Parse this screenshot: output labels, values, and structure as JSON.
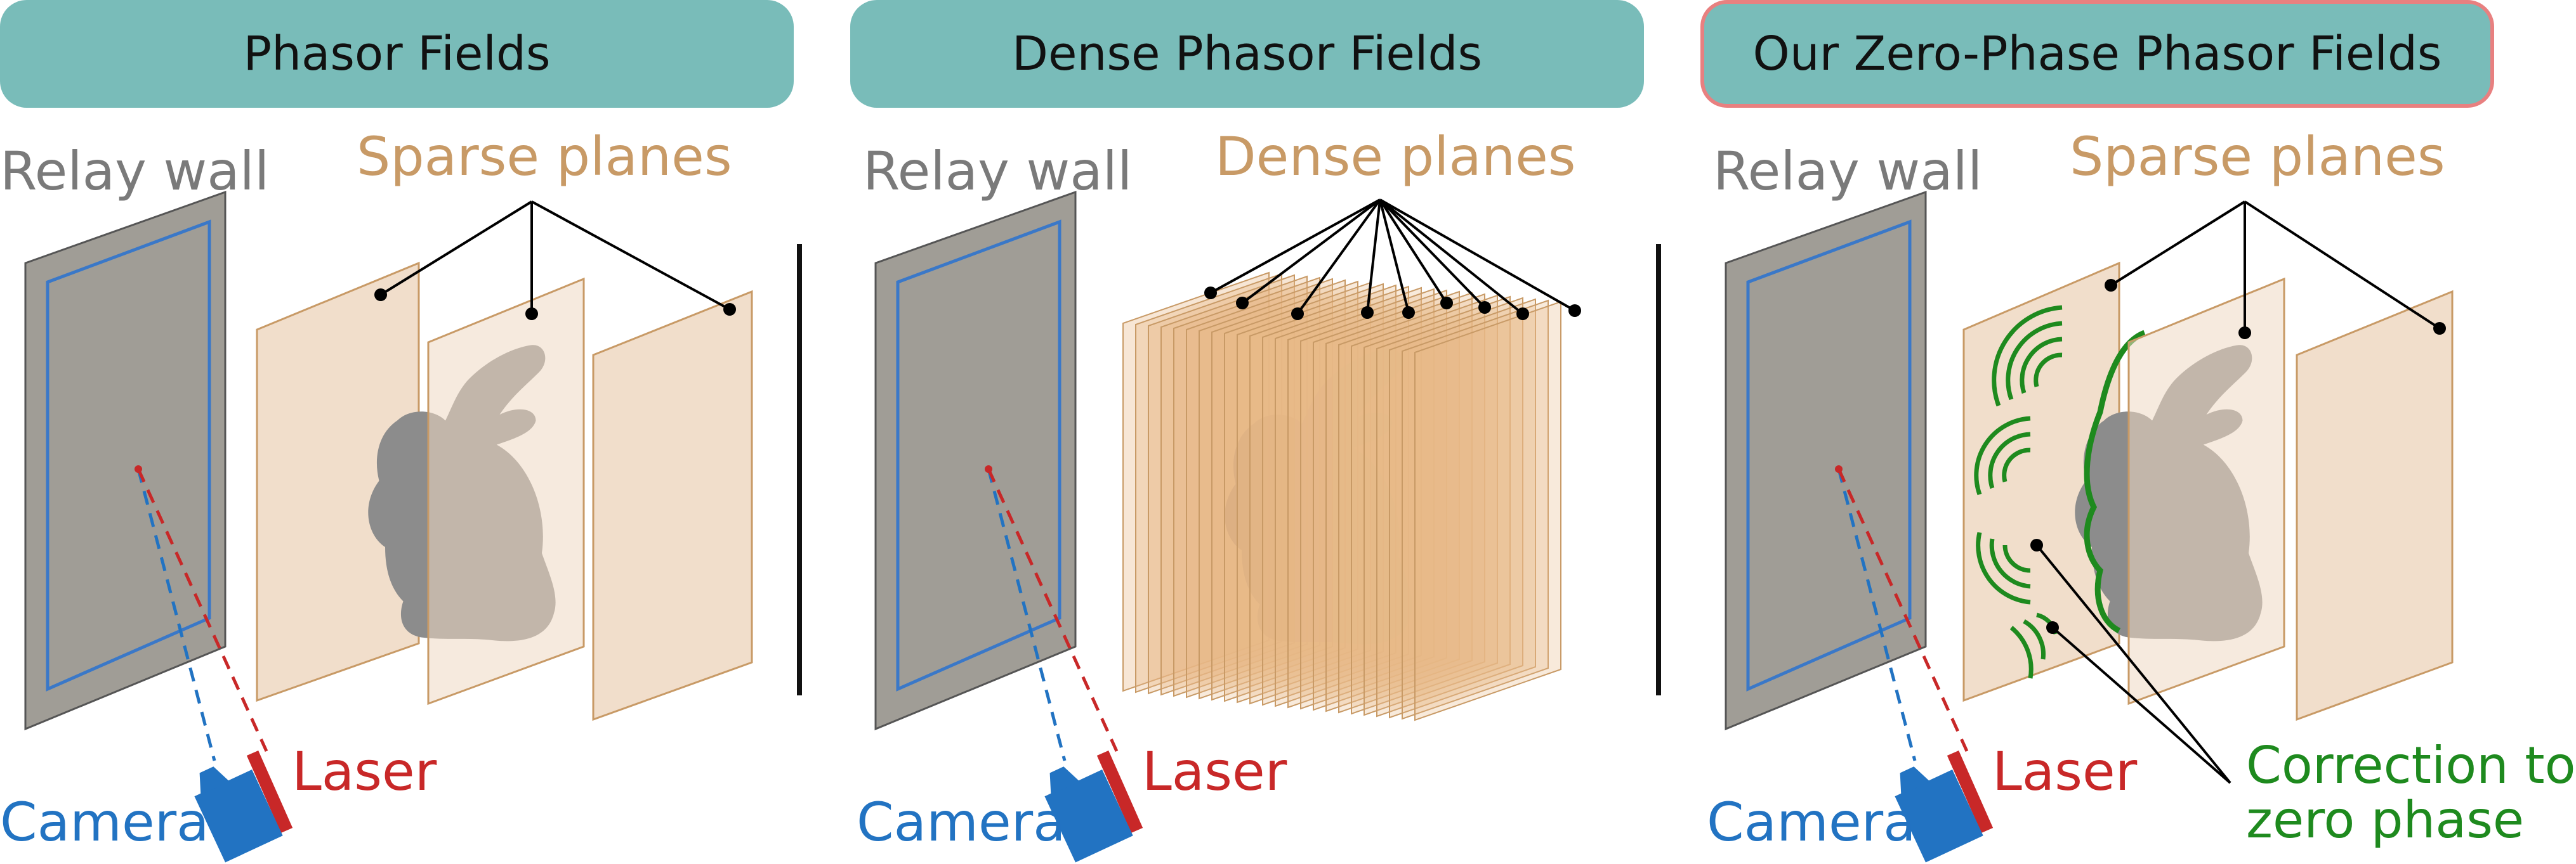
{
  "panels": [
    {
      "title": "Phasor Fields",
      "relay_wall_label": "Relay wall",
      "planes_label": "Sparse planes",
      "laser_label": "Laser",
      "camera_label": "Camera"
    },
    {
      "title": "Dense Phasor Fields",
      "relay_wall_label": "Relay wall",
      "planes_label": "Dense planes",
      "laser_label": "Laser",
      "camera_label": "Camera"
    },
    {
      "title": "Our Zero-Phase Phasor Fields",
      "relay_wall_label": "Relay wall",
      "planes_label": "Sparse planes",
      "laser_label": "Laser",
      "camera_label": "Camera",
      "correction_label_line1": "Correction to",
      "correction_label_line2": "zero phase"
    }
  ],
  "colors": {
    "title_fill": "#79BCB9",
    "highlight_border": "#E88080",
    "plane_fill": "#EED8C2",
    "plane_edge": "#C89A66",
    "wall_fill": "#A09D96",
    "wall_inner": "#3A78C8",
    "laser": "#C82828",
    "camera": "#2273C2",
    "wavefront": "#1E8A1E"
  }
}
